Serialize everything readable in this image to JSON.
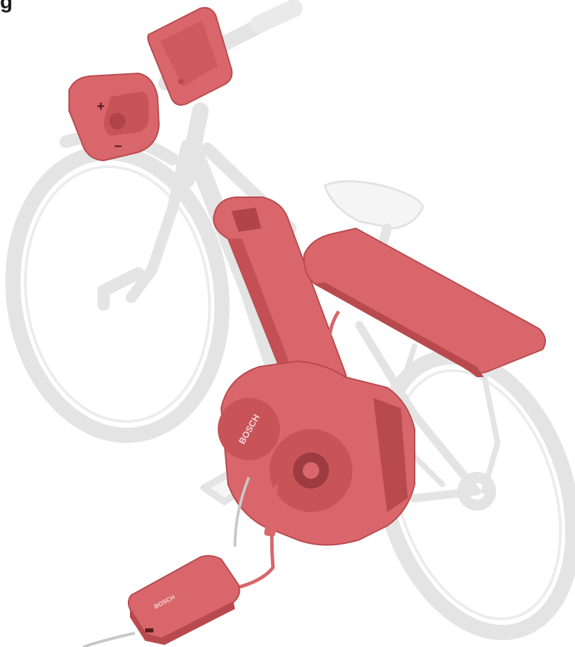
{
  "heading": "g",
  "colors": {
    "highlight": "#d9666a",
    "highlight_dark": "#b84a4e",
    "highlight_deep": "#9e3b40",
    "bike_frame": "#f3f3f3",
    "bike_outline": "#dcdcdc",
    "background": "#ffffff"
  },
  "components": {
    "display": {
      "name": "display"
    },
    "remote": {
      "name": "remote",
      "plus_label": "+",
      "minus_label": "−"
    },
    "frame_battery": {
      "name": "frame-battery"
    },
    "rack_battery": {
      "name": "rack-battery"
    },
    "drive_unit": {
      "name": "drive-unit",
      "brand": "BOSCH"
    },
    "charger": {
      "name": "charger",
      "brand": "BOSCH"
    }
  }
}
